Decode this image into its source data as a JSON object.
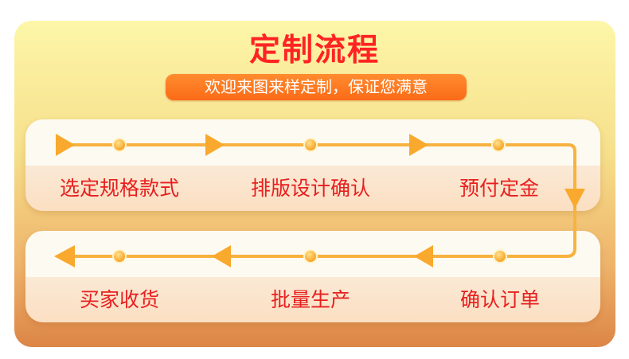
{
  "header": {
    "title": "定制流程",
    "subtitle": "欢迎来图来样定制，保证您满意"
  },
  "rows": [
    {
      "steps": [
        {
          "label": "选定规格款式"
        },
        {
          "label": "排版设计确认"
        },
        {
          "label": "预付定金"
        }
      ]
    },
    {
      "steps": [
        {
          "label": "买家收货"
        },
        {
          "label": "批量生产"
        },
        {
          "label": "确认订单"
        }
      ]
    }
  ],
  "colors": {
    "title": "#ff2323",
    "label": "#e71f1f",
    "flow_line": "#f7b23f",
    "flow_node": "#fbb13a"
  }
}
